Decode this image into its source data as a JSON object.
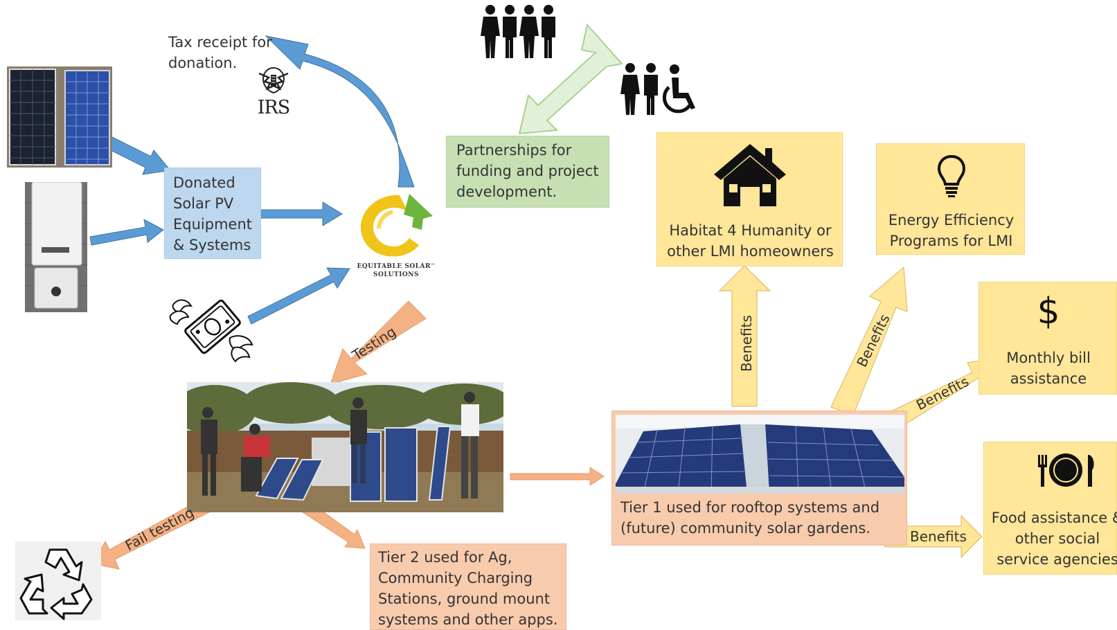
{
  "colors": {
    "blue_box": "#bdd7ee",
    "green_box": "#c6e0b4",
    "yellow_box": "#ffe699",
    "peach_box": "#f8cbad",
    "blue_arrow": "#5b9bd5",
    "peach_arrow": "#f4b183",
    "yellow_arrow": "#ffe699",
    "green_arrow": "#e2f0d9"
  },
  "labels": {
    "tax_receipt": "Tax receipt for\ndonation.",
    "irs_wordmark": "IRS",
    "donated": "Donated\nSolar PV\nEquipment\n& Systems",
    "partnerships": "Partnerships for\nfunding and project\ndevelopment.",
    "logo_line1": "EQUITABLE SOLAR",
    "logo_line2": "SOLUTIONS",
    "logo_tm": "™",
    "testing": "Testing",
    "fail_testing": "Fail testing",
    "tier2": "Tier 2 used for Ag,\nCommunity Charging\nStations, ground mount\nsystems and other apps.",
    "tier1": "Tier 1 used for rooftop systems and\n(future) community solar gardens.",
    "habitat": "Habitat 4 Humanity or\nother LMI homeowners",
    "energy_eff": "Energy Efficiency\nPrograms for LMI",
    "dollar_glyph": "$",
    "monthly": "Monthly bill\nassistance",
    "food": "Food assistance &\nother social\nservice agencies",
    "benefits_1": "Benefits",
    "benefits_2": "Benefits",
    "benefits_3": "Benefits",
    "benefits_4": "Benefits"
  },
  "icons": {
    "house": "house-icon",
    "bulb": "lightbulb-icon",
    "plate": "plate-fork-knife-icon",
    "recycle": "recycle-icon",
    "money": "flying-money-icon",
    "people_group": "people-group-icon",
    "people_accessible": "people-accessible-icon",
    "irs_seal": "irs-eagle-icon"
  }
}
